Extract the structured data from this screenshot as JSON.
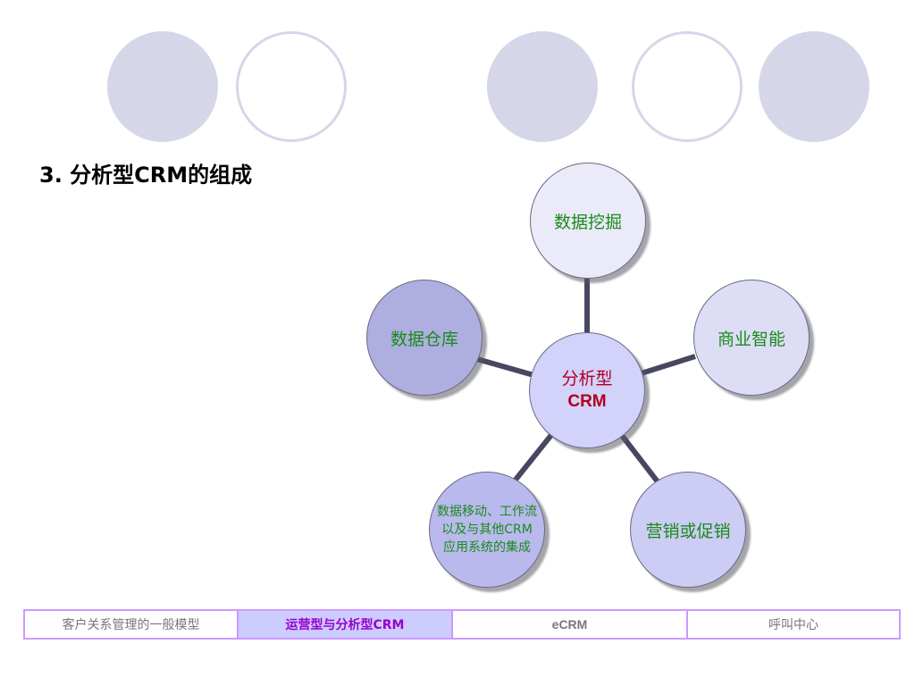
{
  "title": "3. 分析型CRM的组成",
  "diagram": {
    "center": {
      "line1": "分析型",
      "line2": "CRM"
    },
    "nodes": [
      {
        "id": "data-mining",
        "label": "数据挖掘"
      },
      {
        "id": "business-intelligence",
        "label": "商业智能"
      },
      {
        "id": "marketing-promotion",
        "label": "营销或促销"
      },
      {
        "id": "integration",
        "lines": [
          "数据移动、工作流",
          "以及与其他CRM",
          "应用系统的集成"
        ]
      },
      {
        "id": "data-warehouse",
        "label": "数据仓库"
      }
    ]
  },
  "footer": {
    "tabs": [
      {
        "label": "客户关系管理的一般模型",
        "active": false
      },
      {
        "label": "运营型与分析型CRM",
        "active": true
      },
      {
        "label": "eCRM",
        "active": false
      },
      {
        "label": "呼叫中心",
        "active": false
      }
    ]
  },
  "colors": {
    "node_text": "#1a8a1a",
    "center_text": "#b00020",
    "spoke": "#474760",
    "footer_border": "#cc99ff",
    "footer_active_bg": "#ccccff",
    "footer_active_text": "#9900cc"
  }
}
